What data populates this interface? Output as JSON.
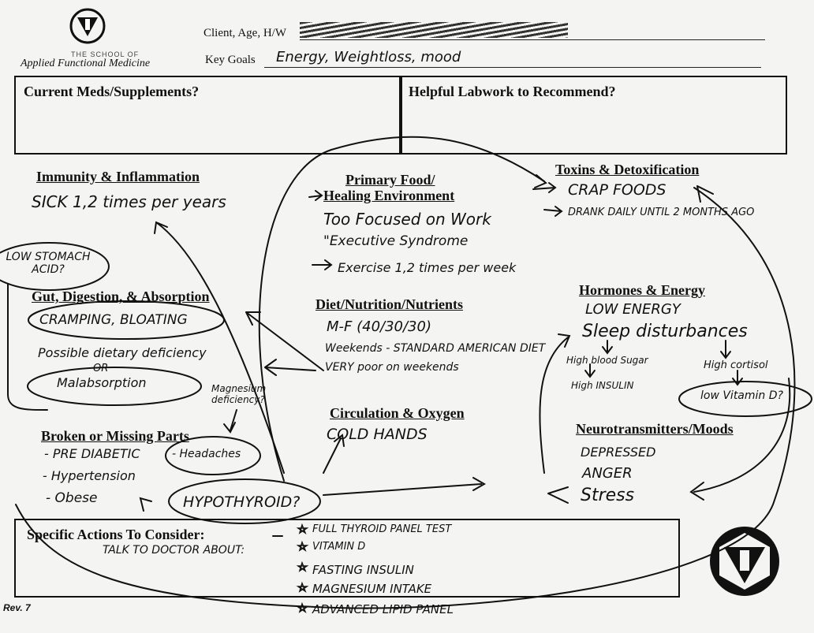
{
  "logo": {
    "line1": "THE SCHOOL OF",
    "line2": "Applied Functional Medicine"
  },
  "header": {
    "client_label": "Client, Age, H/W",
    "key_goals_label": "Key Goals",
    "key_goals_value": "Energy, Weightloss, mood"
  },
  "boxes": {
    "meds_title": "Current Meds/Supplements?",
    "labs_title": "Helpful Labwork to Recommend?",
    "actions_title": "Specific Actions To Consider:"
  },
  "sections": {
    "immunity": {
      "title": "Immunity & Inflammation",
      "notes": [
        "SICK 1,2 times per years"
      ]
    },
    "food": {
      "title_line1": "Primary Food/",
      "title_line2": "Healing Environment",
      "notes": [
        "Too Focused on Work",
        "\"Executive Syndrome",
        "Exercise 1,2 times per week"
      ]
    },
    "toxins": {
      "title": "Toxins & Detoxification",
      "notes": [
        "CRAP FOODS",
        "DRANK DAILY UNTIL 2 MONTHS AGO"
      ]
    },
    "gut": {
      "title": "Gut, Digestion, & Absorption",
      "notes": [
        "LOW STOMACH ACID?",
        "CRAMPING, BLOATING",
        "Possible dietary deficiency",
        "OR",
        "Malabsorption",
        "Magnesium deficiency?"
      ]
    },
    "diet": {
      "title": "Diet/Nutrition/Nutrients",
      "notes": [
        "M-F (40/30/30)",
        "Weekends - STANDARD AMERICAN DIET",
        "VERY poor on weekends"
      ]
    },
    "hormones": {
      "title": "Hormones & Energy",
      "notes": [
        "LOW ENERGY",
        "Sleep disturbances",
        "High blood Sugar",
        "High INSULIN",
        "High cortisol",
        "low Vitamin D?"
      ]
    },
    "circulation": {
      "title": "Circulation & Oxygen",
      "notes": [
        "COLD HANDS"
      ]
    },
    "broken": {
      "title": "Broken or Missing Parts",
      "notes": [
        "- PRE DIABETIC",
        "- Headaches",
        "- Hypertension",
        "- Obese",
        "HYPOTHYROID?"
      ]
    },
    "neuro": {
      "title": "Neurotransmitters/Moods",
      "notes": [
        "DEPRESSED",
        "ANGER",
        "Stress"
      ]
    }
  },
  "actions": {
    "talk": "TALK TO DOCTOR ABOUT:",
    "items": [
      "FULL THYROID PANEL TEST",
      "VITAMIN D",
      "FASTING INSULIN",
      "MAGNESIUM INTAKE",
      "ADVANCED LIPID PANEL"
    ]
  },
  "footer": {
    "rev": "Rev. 7"
  }
}
